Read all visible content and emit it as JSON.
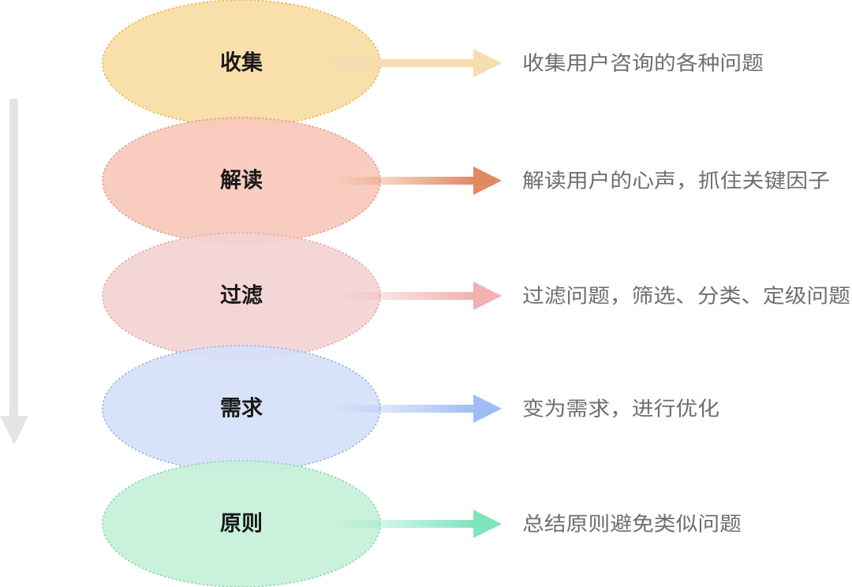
{
  "stages": [
    {
      "title": "收集",
      "description": "收集用户咨询的各种问题",
      "fill": "#f8dca0",
      "border": "#e8b850",
      "arrow": "#f6ddb0"
    },
    {
      "title": "解读",
      "description": "解读用户的心声，抓住关键因子",
      "fill": "#f7c8b8",
      "border": "#e4a088",
      "arrow": "#e08a62"
    },
    {
      "title": "过滤",
      "description": "过滤问题，筛选、分类、定级问题",
      "fill": "#f4d2d2",
      "border": "#e2aaaa",
      "arrow": "#f2b0b0"
    },
    {
      "title": "需求",
      "description": "变为需求，进行优化",
      "fill": "#d4e0f8",
      "border": "#9ab4e4",
      "arrow": "#a0bcf4"
    },
    {
      "title": "原则",
      "description": "总结原则避免类似问题",
      "fill": "#c4f0d8",
      "border": "#8ad8b0",
      "arrow": "#80e4bc"
    }
  ],
  "flow_arrow_color": "#e4e4e4"
}
